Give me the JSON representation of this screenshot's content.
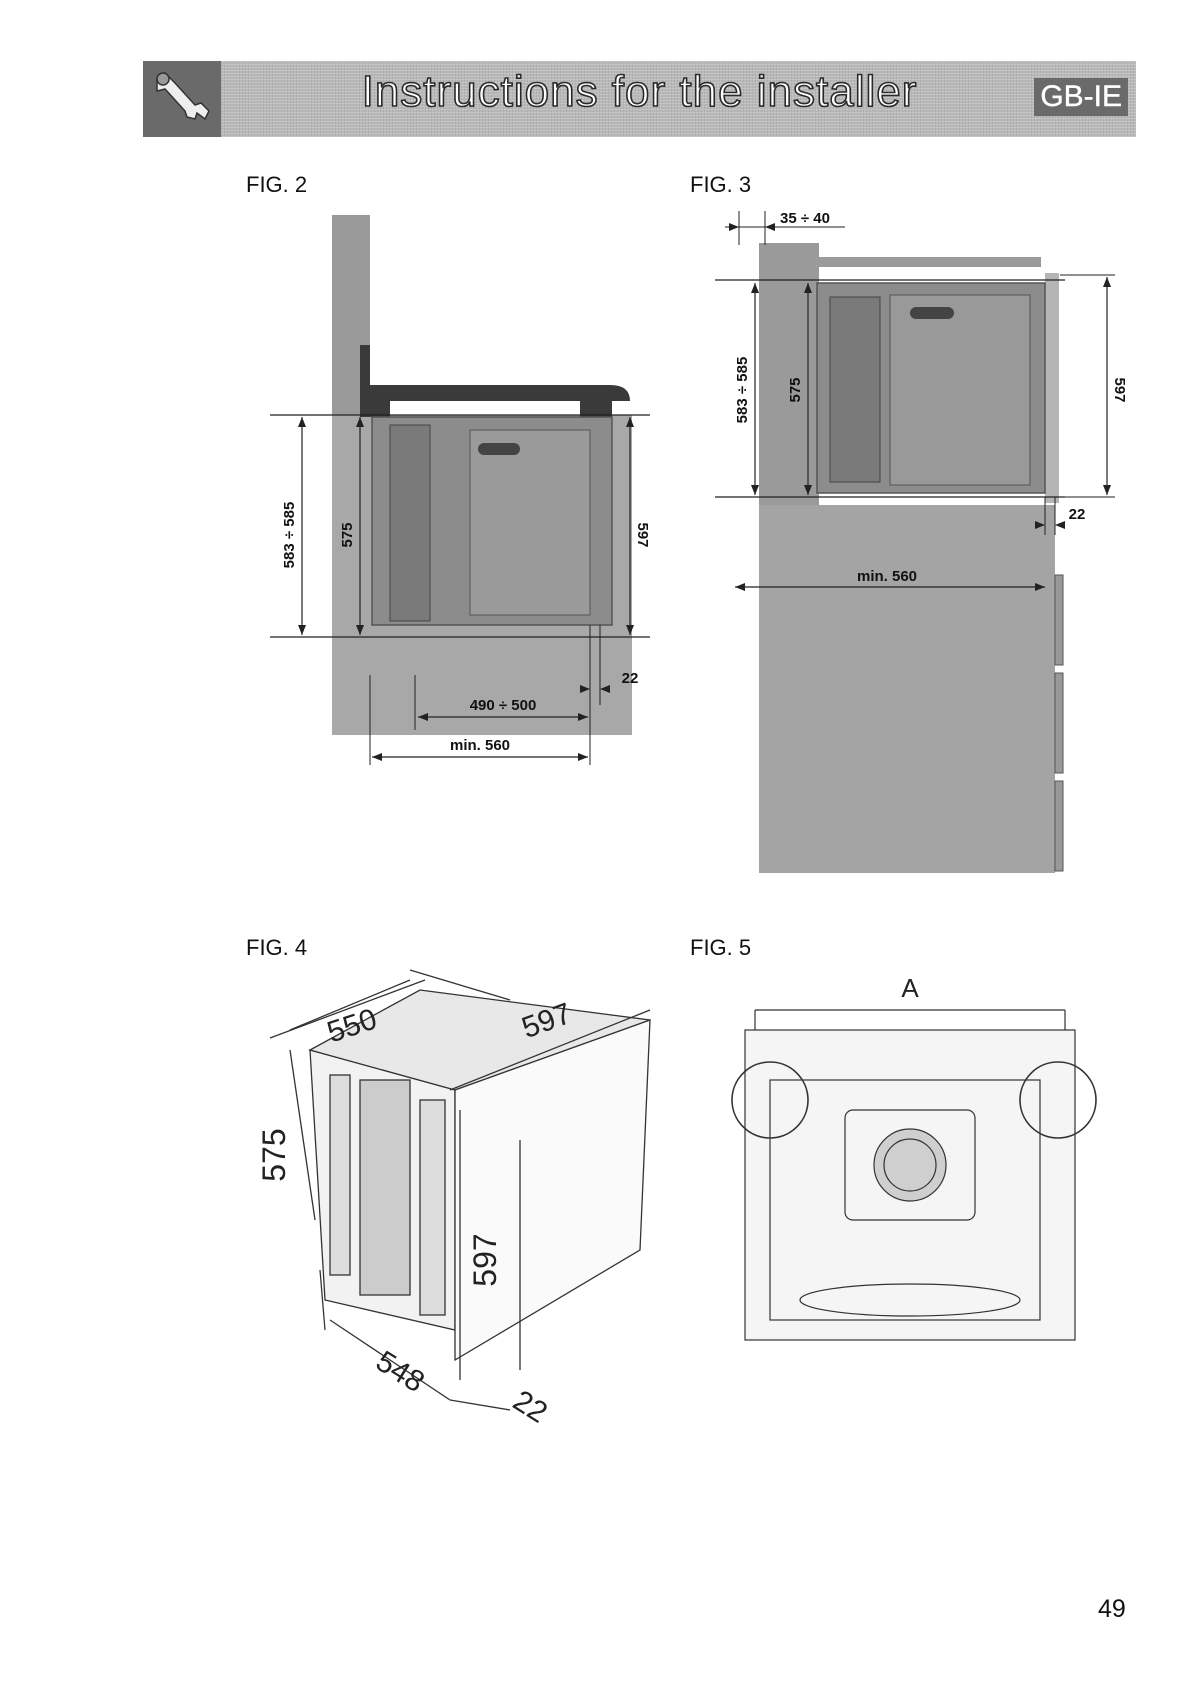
{
  "header": {
    "title": "Instructions for the installer",
    "lang_badge": "GB-IE",
    "icon": "wrench-icon"
  },
  "figures": {
    "fig2": {
      "label": "FIG. 2",
      "dims": {
        "height_range": "583 ÷ 585",
        "oven_height": "575",
        "total_height": "597",
        "depth_range": "490 ÷ 500",
        "min_width": "min. 560",
        "gap": "22"
      }
    },
    "fig3": {
      "label": "FIG. 3",
      "dims": {
        "top_gap": "35 ÷ 40",
        "height_range": "583 ÷ 585",
        "oven_height": "575",
        "total_height": "597",
        "gap": "22",
        "min_width": "min. 560"
      }
    },
    "fig4": {
      "label": "FIG. 4",
      "dims": {
        "width_top": "550",
        "width_front": "597",
        "height": "575",
        "front_height": "597",
        "depth": "548",
        "gap": "22"
      }
    },
    "fig5": {
      "label": "FIG. 5",
      "dims": {
        "marker": "A"
      }
    }
  },
  "page_number": "49"
}
